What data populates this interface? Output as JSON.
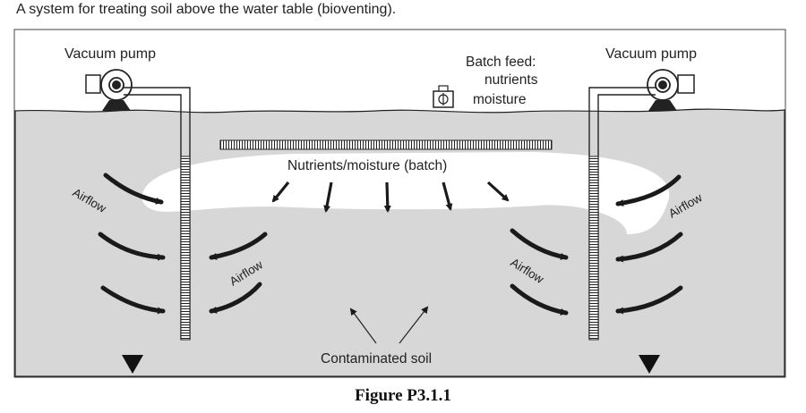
{
  "caption": "A system for treating soil above the water table (bioventing).",
  "labels": {
    "vacuum_pump_left": "Vacuum pump",
    "vacuum_pump_right": "Vacuum pump",
    "batch_feed_line1": "Batch feed:",
    "batch_feed_line2": "nutrients",
    "batch_feed_line3": "moisture",
    "nutrients_batch": "Nutrients/moisture (batch)",
    "airflow": "Airflow",
    "contaminated_soil": "Contaminated soil"
  },
  "figure_label": "Figure P3.1.1",
  "icons": [
    "vacuum-pump-icon",
    "batch-feed-tank-icon",
    "water-table-marker-icon",
    "airflow-arrow-icon",
    "nutrient-arrow-icon"
  ],
  "colors": {
    "soil": "#d7d7d7",
    "treated_zone": "#ffffff",
    "ink": "#1a1a1a"
  }
}
